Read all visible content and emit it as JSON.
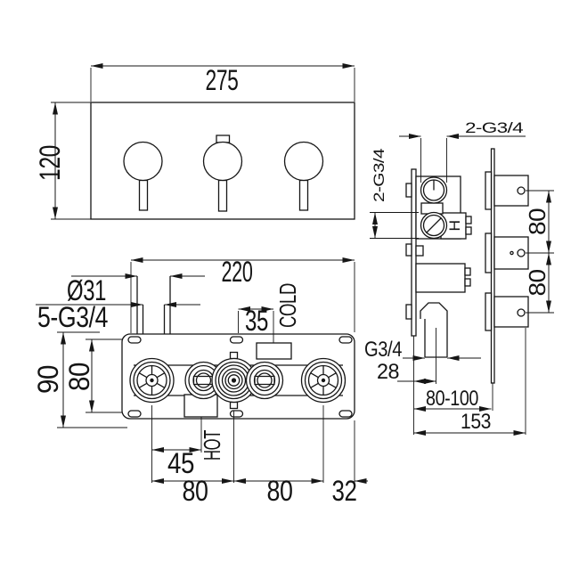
{
  "drawing": {
    "title": "concealed-thermostatic-shower-valve-dimension-drawing",
    "front_view": {
      "width": "275",
      "height": "120"
    },
    "rough_in_view": {
      "overall_width": "220",
      "pipe_diameter": "Ø31",
      "ports_thread": "5-G3/4",
      "cold_offset": "35",
      "cold_label": "COLD",
      "height_overall": "90",
      "slot_spacing": "80",
      "hot_offset": "45",
      "hot_label": "HOT",
      "port_spacing_left": "80",
      "port_spacing_right": "80",
      "edge_offset": "32"
    },
    "side_view": {
      "top_thread": "2-G3/4",
      "side_thread": "2-G3/4",
      "hot_marker": "H",
      "knob_spacing_top": "80",
      "knob_spacing_bottom": "80",
      "outlet_thread": "G3/4",
      "outlet_offset": "28",
      "install_depth": "80-100",
      "total_depth": "153"
    }
  }
}
